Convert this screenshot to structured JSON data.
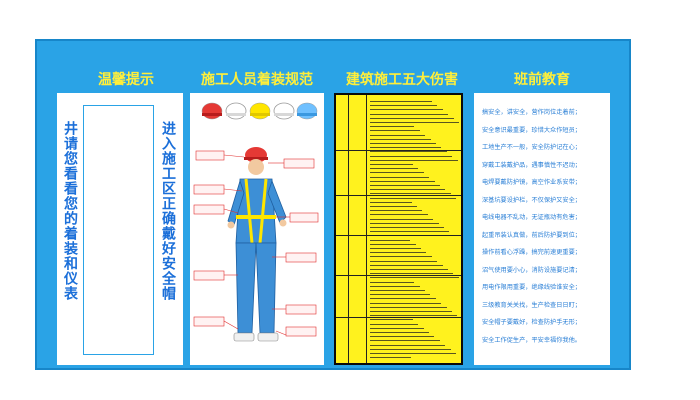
{
  "titles": {
    "panel1": "温馨提示",
    "panel2": "施工人员着装规范",
    "panel3": "建筑施工五大伤害",
    "panel4": "班前教育"
  },
  "panel1": {
    "left_text": "井请您看看您的着装和仪表",
    "right_text": "进入施工区正确戴好安全帽"
  },
  "panel4": {
    "lines": [
      "搞安全，讲安全，营作岗位走着前；",
      "安全意识最重要，珍惜大众作短员；",
      "工地生产不一般，安全防护记在心；",
      "穿戴工装戴护品，遇事慎性不迟动；",
      "电焊要戴防护镜，高空作业系安带；",
      "深基坑要设护栏，不仅保护又安全；",
      "电线电器不乱动，无证瓶动有危害；",
      "起重吊装认真做，前后防护要到位；",
      "操作前看心浮躁，搞完前速更重要；",
      "沼气使用要小心，消防设施要记清；",
      "用电作限用重要，绝缘线验谁安全；",
      "三级教育关关找，生产检查日日盯；",
      "安全帽子要戴好，检查防护手无形；",
      "安全工作促生产，平安幸福你我他。"
    ]
  },
  "colors": {
    "board": "#2aa3e6",
    "title": "#ffef3a",
    "vertical_text": "#1b6fd9",
    "hazard_panel": "#fff21e",
    "helmet_colors": [
      "#e53935",
      "#ffffff",
      "#ffe600",
      "#ffffff",
      "#6fc0ff"
    ]
  },
  "icons": {
    "helmets": "safety-helmet-icon",
    "worker": "worker-in-uniform-illustration"
  }
}
